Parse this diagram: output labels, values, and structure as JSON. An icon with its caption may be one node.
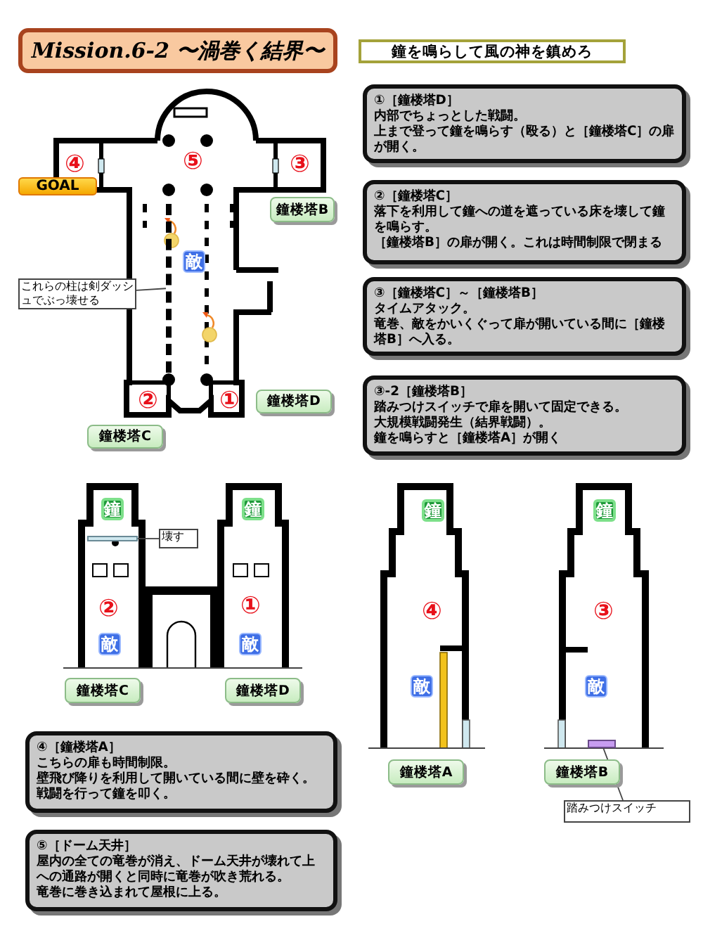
{
  "diagram": {
    "title": "Mission.6-2 〜渦巻く結界〜",
    "nodes": [
      {
        "text": [
          "鐘を鳴らして風の神を鎮めろ"
        ]
      },
      {
        "text": [
          "GOAL"
        ]
      },
      {
        "text": [
          "鐘楼塔B"
        ]
      },
      {
        "text": [
          "敵"
        ]
      },
      {
        "text": [
          "これらの柱は剣ダッシュでぶっ壊せる"
        ]
      },
      {
        "text": [],
        "shape": "bar"
      },
      {
        "text": [
          "鐘楼塔D"
        ]
      },
      {
        "text": [
          "鐘楼塔C"
        ]
      },
      {
        "text": [
          "①［鐘楼塔D］",
          "内部でちょっとした戦闘。",
          "上まで登って鐘を鳴らす（殴る）と［鐘楼塔C］の扉が開く。"
        ]
      },
      {
        "text": [
          "②［鐘楼塔C］",
          "落下を利用して鐘への道を遮っている床を壊して鐘を鳴らす。",
          "［鐘楼塔B］の扉が開く。これは時間制限で閉まる"
        ]
      },
      {
        "text": [
          "③［鐘楼塔C］～［鐘楼塔B］",
          "タイムアタック。",
          "竜巻、敵をかいくぐって扉が開いている間に［鐘楼塔B］へ入る。"
        ]
      },
      {
        "text": [
          "③-2［鐘楼塔B］",
          "踏みつけスイッチで扉を開いて固定できる。",
          "大規模戦闘発生（結界戦闘）。",
          "鐘を鳴らすと［鐘楼塔A］が開く"
        ]
      },
      {
        "text": [
          "鐘"
        ]
      },
      {
        "text": [
          "鐘"
        ]
      },
      {
        "text": [
          "壊す"
        ]
      },
      {
        "text": [],
        "shape": "bar"
      },
      {
        "text": [
          "敵"
        ]
      },
      {
        "text": [
          "敵"
        ]
      },
      {
        "text": [
          "鐘楼塔C"
        ]
      },
      {
        "text": [
          "鐘楼塔D"
        ]
      },
      {
        "text": [
          "鐘"
        ]
      },
      {
        "text": [
          "鐘"
        ]
      },
      {
        "text": [
          "敵"
        ]
      },
      {
        "text": [
          "敵"
        ]
      },
      {
        "text": [
          "鐘楼塔A"
        ]
      },
      {
        "text": [
          "鐘楼塔B"
        ]
      },
      {
        "text": [],
        "shape": "bar"
      },
      {
        "text": [
          "踏みつけスイッチ"
        ]
      },
      {
        "text": [
          "④［鐘楼塔A］",
          "こちらの扉も時間制限。",
          "壁飛び降りを利用して開いている間に壁を砕く。",
          "戦闘を行って鐘を叩く。"
        ]
      },
      {
        "text": [
          "⑤［ドーム天井］",
          "屋内の全ての竜巻が消え、ドーム天井が壊れて上への通路が開くと同時に竜巻が吹き荒れる。",
          "竜巻に巻き込まれて屋根に上る。"
        ]
      }
    ],
    "edges": [
      {
        "from": 4,
        "to": 5,
        "arrow": "none"
      },
      {
        "from": 14,
        "to": 15,
        "arrow": "none"
      },
      {
        "from": 27,
        "to": 26,
        "arrow": "none"
      }
    ],
    "labels": [
      "④",
      "⑤",
      "③",
      "②",
      "①",
      "②",
      "①",
      "④",
      "③"
    ]
  }
}
